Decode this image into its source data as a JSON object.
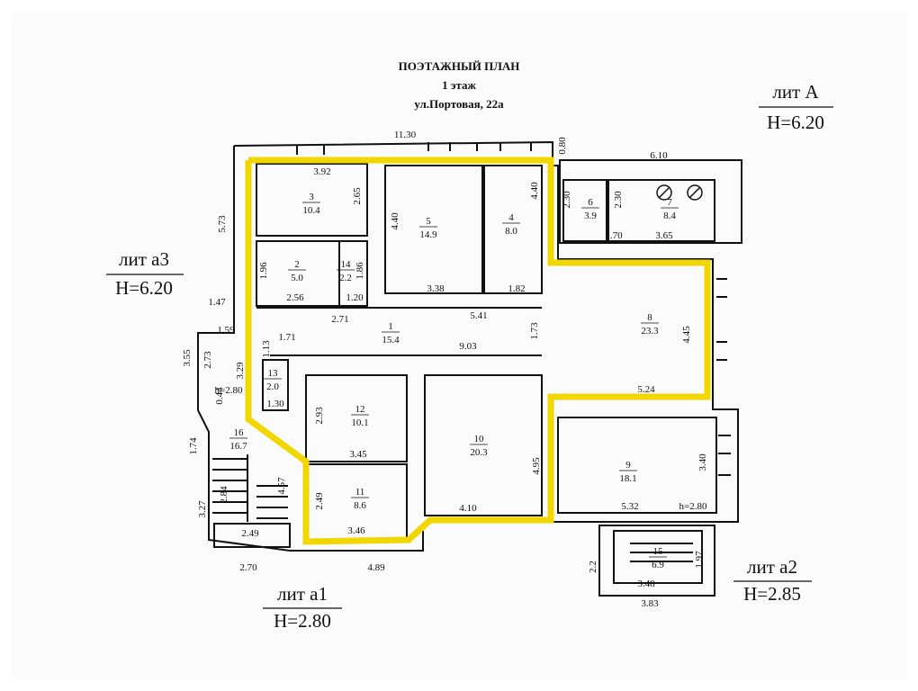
{
  "title": {
    "line1": "ПОЭТАЖНЫЙ ПЛАН",
    "line2": "1 этаж",
    "line3": "ул.Портовая, 22а"
  },
  "lit_labels": {
    "A": {
      "name": "лит А",
      "height": "Н=6.20"
    },
    "a3": {
      "name": "лит а3",
      "height": "Н=6.20"
    },
    "a1": {
      "name": "лит а1",
      "height": "Н=2.80"
    },
    "a2": {
      "name": "лит а2",
      "height": "Н=2.85"
    }
  },
  "rooms": [
    {
      "no": "1",
      "area": "15.4"
    },
    {
      "no": "2",
      "area": "5.0"
    },
    {
      "no": "3",
      "area": "10.4"
    },
    {
      "no": "4",
      "area": "8.0"
    },
    {
      "no": "5",
      "area": "14.9"
    },
    {
      "no": "6",
      "area": "3.9"
    },
    {
      "no": "7",
      "area": "8.4"
    },
    {
      "no": "8",
      "area": "23.3"
    },
    {
      "no": "9",
      "area": "18.1"
    },
    {
      "no": "10",
      "area": "20.3"
    },
    {
      "no": "11",
      "area": "8.6"
    },
    {
      "no": "12",
      "area": "10.1"
    },
    {
      "no": "13",
      "area": "2.0"
    },
    {
      "no": "14",
      "area": "2.2"
    },
    {
      "no": "15",
      "area": "6.9"
    },
    {
      "no": "16",
      "area": "16.7"
    }
  ],
  "dimensions": [
    "11.30",
    "0.80",
    "6.10",
    "3.92",
    "2.65",
    "4.40",
    "4.40",
    "5.73",
    "2.30",
    "2.30",
    "1.70",
    "3.65",
    "1.96",
    "1.86",
    "2.56",
    "1.20",
    "3.38",
    "1.82",
    "1.47",
    "2.71",
    "5.41",
    "1.73",
    "4.45",
    "1.59",
    "1.71",
    "9.03",
    "3.55",
    "2.73",
    "3.29",
    "1.13",
    "0.44",
    "1.30",
    "2.93",
    "5.24",
    "1.74",
    "3.45",
    "4.95",
    "3.40",
    "2.84",
    "4.57",
    "2.49",
    "3.27",
    "2.49",
    "3.46",
    "4.10",
    "5.32",
    "2.70",
    "4.89",
    "2.2",
    "1.97",
    "3.48",
    "3.83",
    "h=2.80",
    "h=2.80"
  ],
  "colors": {
    "highlight": "#f2d600",
    "ink": "#111111"
  }
}
